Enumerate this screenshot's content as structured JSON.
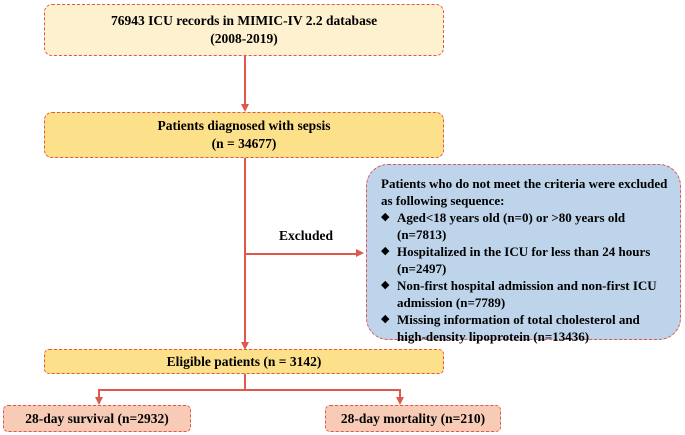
{
  "nodes": {
    "records": {
      "line1": "76943 ICU records in MIMIC-IV 2.2 database",
      "line2": "(2008-2019)"
    },
    "sepsis": {
      "line1": "Patients diagnosed with sepsis",
      "line2": "(n = 34677)"
    },
    "excluded_label": "Excluded",
    "exclusion": {
      "heading": "Patients who do not meet the criteria were excluded as following sequence:",
      "bullet_symbol": "◆",
      "items": [
        {
          "line1": "Aged<18 years old (n=0) or >80 years old",
          "line2": "(n=7813)"
        },
        {
          "line1": "Hospitalized in the ICU for less than 24 hours",
          "line2": "(n=2497)"
        },
        {
          "line1": "Non-first hospital admission and non-first ICU",
          "line2": "admission (n=7789)"
        },
        {
          "line1": "Missing information of total cholesterol  and",
          "line2": "high-density lipoprotein (n=13436)"
        }
      ]
    },
    "eligible": {
      "text": "Eligible patients (n = 3142)"
    },
    "survival": {
      "text": "28-day survival (n=2932)"
    },
    "mortality": {
      "text": "28-day mortality (n=210)"
    }
  },
  "colors": {
    "arrow": "#e0574b",
    "cream": "#fdf1cf",
    "yellow": "#fce08a",
    "pink": "#f8cbb7",
    "blue": "#bdd4ea"
  }
}
